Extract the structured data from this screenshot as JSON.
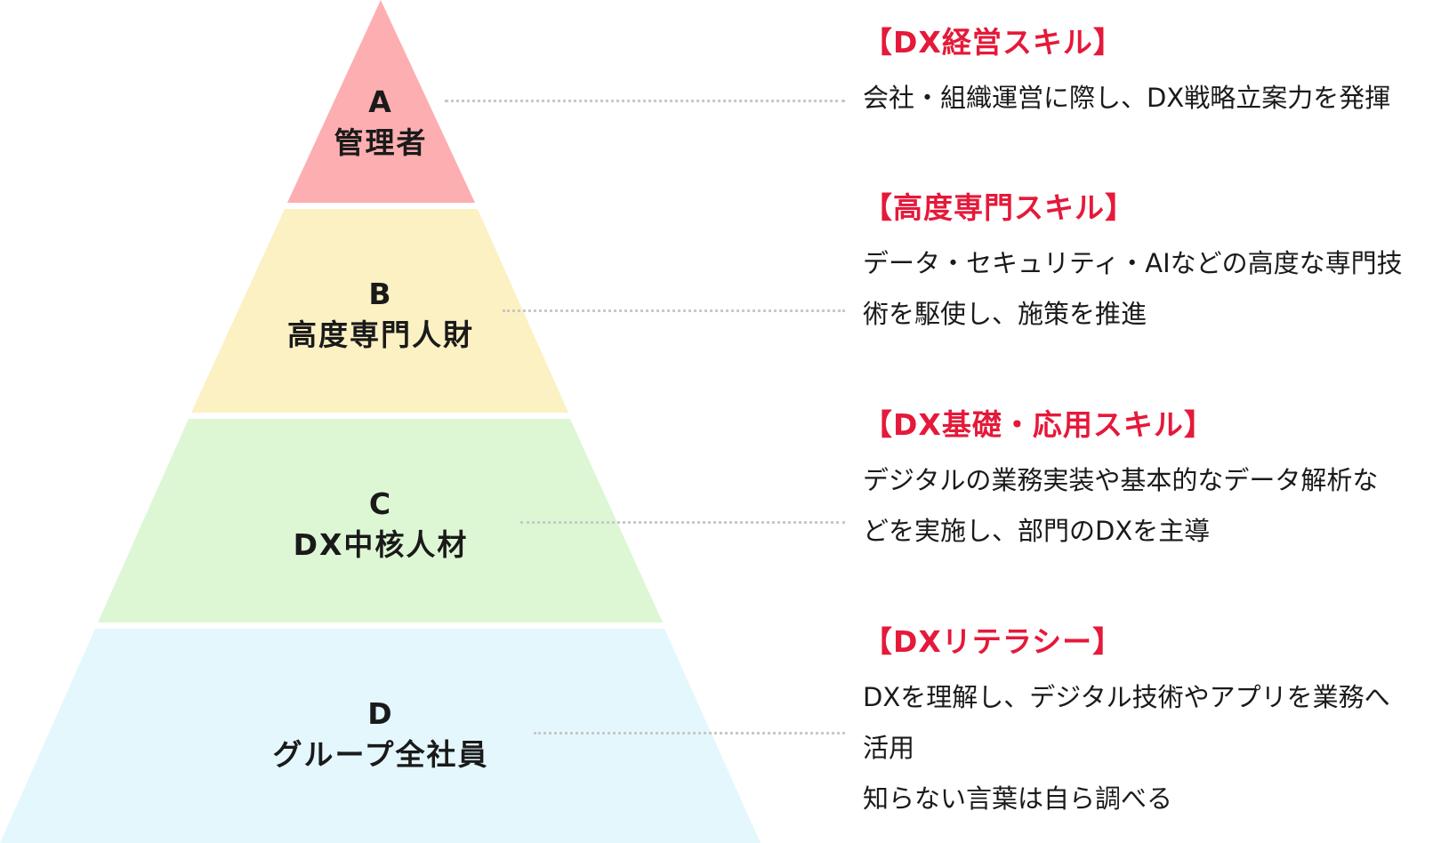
{
  "colors": {
    "tier_a": "#fdaeb0",
    "tier_b": "#fcf1c3",
    "tier_c": "#ddf7d4",
    "tier_d": "#e4f7fd",
    "skill_heading": "#e5193a",
    "dotted_line": "#c8c8c8"
  },
  "tiers": [
    {
      "letter": "A",
      "name": "管理者",
      "skill": "【DX経営スキル】",
      "lines": [
        "会社・組織運営に際し、DX戦略立案力を発揮"
      ]
    },
    {
      "letter": "B",
      "name": "高度専門人財",
      "skill": "【高度専門スキル】",
      "lines": [
        "データ・セキュリティ・AIなどの高度な専門技",
        "術を駆使し、施策を推進"
      ]
    },
    {
      "letter": "C",
      "name": "DX中核人材",
      "skill": "【DX基礎・応用スキル】",
      "lines": [
        "デジタルの業務実装や基本的なデータ解析な",
        "どを実施し、部門のDXを主導"
      ]
    },
    {
      "letter": "D",
      "name": "グループ全社員",
      "skill": "【DXリテラシー】",
      "lines": [
        "DXを理解し、デジタル技術やアプリを業務へ",
        "活用",
        "知らない言葉は自ら調べる"
      ]
    }
  ]
}
